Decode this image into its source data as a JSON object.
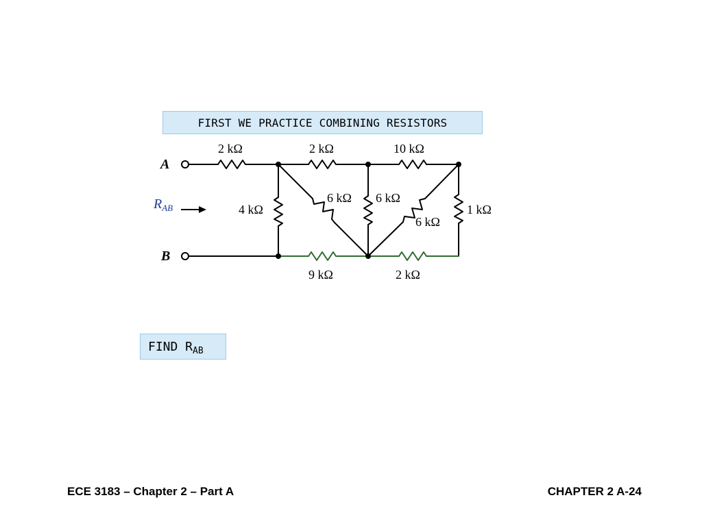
{
  "slide": {
    "title": "FIRST WE PRACTICE COMBINING RESISTORS",
    "task": {
      "main": "FIND R",
      "sub": "AB"
    },
    "footer_left": "ECE 3183 – Chapter 2 – Part A",
    "footer_right": "CHAPTER 2 A-24"
  },
  "circuit": {
    "node_a": "A",
    "node_b": "B",
    "rab": {
      "main": "R",
      "sub": "AB"
    },
    "resistors": {
      "r_a": "2 kΩ",
      "r_top_mid": "2 kΩ",
      "r_top_right": "10 kΩ",
      "r_left_shunt": "4 kΩ",
      "r_diag_left": "6 kΩ",
      "r_center": "6 kΩ",
      "r_diag_right": "6 kΩ",
      "r_right_shunt": "1 kΩ",
      "r_bottom_mid": "9 kΩ",
      "r_bottom_right": "2 kΩ"
    },
    "colors": {
      "wire": "#000000",
      "bottom_wire": "#2e6b2e",
      "rab_label": "#1f3c98",
      "box_fill": "#d6eaf8"
    }
  }
}
